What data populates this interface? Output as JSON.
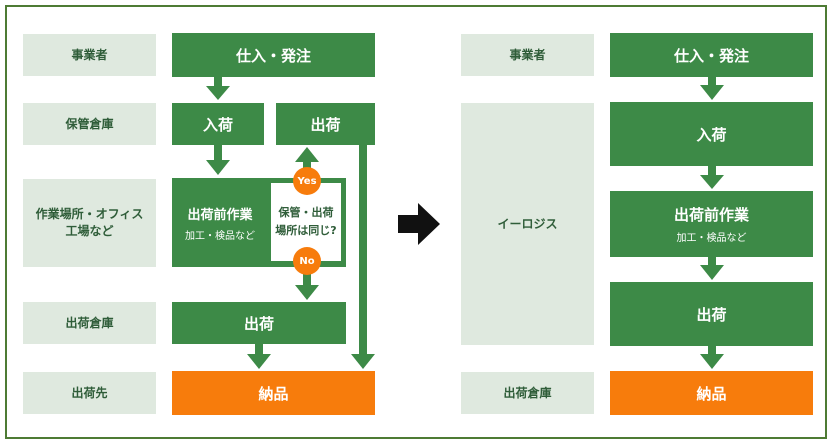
{
  "left": {
    "rows": [
      {
        "label": "事業者"
      },
      {
        "label": "保管倉庫"
      },
      {
        "label": "作業場所・オフィス\n工場など"
      },
      {
        "label": "出荷倉庫"
      },
      {
        "label": "出荷先"
      }
    ],
    "order": "仕入・発注",
    "receiving": "入荷",
    "shipping_top": "出荷",
    "preprocess": "出荷前作業",
    "preprocess_sub": "加工・検品など",
    "question": "保管・出荷\n場所は同じ?",
    "yes": "Yes",
    "no": "No",
    "shipping": "出荷",
    "delivery": "納品"
  },
  "right": {
    "rows": [
      {
        "label": "事業者"
      },
      {
        "label": "イーロジス"
      },
      {
        "label": "出荷倉庫"
      }
    ],
    "order": "仕入・発注",
    "receiving": "入荷",
    "preprocess": "出荷前作業",
    "preprocess_sub": "加工・検品など",
    "shipping": "出荷",
    "delivery": "納品"
  },
  "colors": {
    "green": "#3d8a47",
    "label_bg": "#dfe9df",
    "orange": "#f77c0c",
    "frame": "#4e7b34"
  },
  "icons": [
    "big-right-arrow-icon"
  ]
}
